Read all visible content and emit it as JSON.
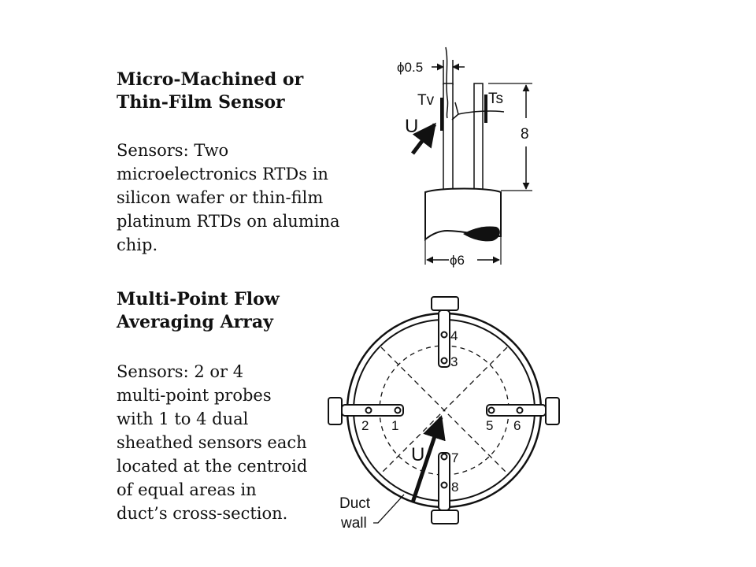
{
  "section1": {
    "title_line1": "Micro-Machined or",
    "title_line2": "Thin-Film Sensor",
    "desc_lines": [
      "Sensors: Two",
      "microelectronics RTDs in",
      "silicon wafer or thin-film",
      "platinum RTDs on alumina",
      "chip."
    ]
  },
  "section2": {
    "title_line1": "Multi-Point Flow",
    "title_line2": "Averaging Array",
    "desc_lines": [
      "Sensors: 2 or 4",
      "multi-point probes",
      "with 1 to 4 dual",
      "sheathed sensors each",
      "located at the centroid",
      "of equal areas in",
      "duct’s cross-section."
    ]
  },
  "sensor_diagram": {
    "wire_diameter": "ϕ0.5",
    "probe_labels": [
      "Tv",
      "Ts"
    ],
    "velocity_label": "U",
    "height_dim": "8",
    "base_diameter": "ϕ6"
  },
  "array_diagram": {
    "sensor_numbers": [
      "1",
      "2",
      "3",
      "4",
      "5",
      "6",
      "7",
      "8"
    ],
    "velocity_label": "U",
    "duct_label_line1": "Duct",
    "duct_label_line2": "wall"
  }
}
